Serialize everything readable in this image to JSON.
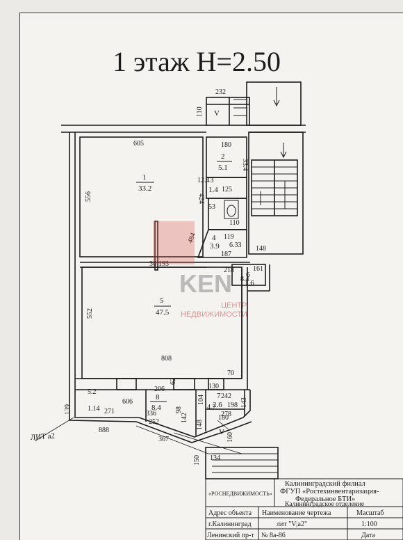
{
  "title": "1 этаж  Н=2.50",
  "rooms": [
    {
      "id": "room-1",
      "number": "1",
      "area": "33.2"
    },
    {
      "id": "room-2",
      "number": "2",
      "area": "5.1"
    },
    {
      "id": "room-3",
      "number": "3",
      "area": "1.4"
    },
    {
      "id": "room-4",
      "number": "4",
      "area": "3.9"
    },
    {
      "id": "room-5",
      "number": "5",
      "area": "47.5"
    },
    {
      "id": "room-6",
      "number": "6",
      "area": "1.6"
    },
    {
      "id": "room-7",
      "number": "7",
      "area": "2.6"
    },
    {
      "id": "room-8",
      "number": "8",
      "area": "8.4"
    }
  ],
  "dimensions": [
    "232",
    "110",
    "180",
    "605",
    "33.4",
    "556",
    "424",
    "125",
    "53",
    "110",
    "119",
    "193",
    "36",
    "218",
    "161",
    "148",
    "187",
    "552",
    "808",
    "70",
    "206",
    "62",
    "130",
    "242",
    "198",
    "143",
    "606",
    "336",
    "98",
    "104",
    "278",
    "252",
    "142",
    "148",
    "271",
    "1.14",
    "139",
    "888",
    "367",
    "134",
    "150",
    "160",
    "180",
    "484",
    "6.33",
    "5.2",
    "4.2",
    "8.4",
    "12.4"
  ],
  "labels": {
    "lit": "ЛИТ а2",
    "v_mark": "V",
    "v_mark2": "V"
  },
  "watermark": {
    "logo": "KEN",
    "line1": "ЦЕНТР",
    "line2": "НЕДВИЖИМОСТИ"
  },
  "stamp": {
    "org_logo": "«РОСНЕДВИЖИМОСТЬ»",
    "org_line1": "Калининградский филиал",
    "org_line2": "ФГУП «Ростехинвентаризация-",
    "org_line3": "Федеральное БТИ»",
    "org_line4": "Калининградское отделение",
    "col_address_label": "Адрес объекта",
    "col_name_label": "Наименование чертежа",
    "col_scale_label": "Масштаб",
    "city": "г.Калининград",
    "drawing_name": "лит \"V;а2\"",
    "scale": "1:100",
    "street": "Ленинский пр-т",
    "house": "№ 8а-86",
    "date_label": "Дата"
  },
  "colors": {
    "ink": "#1b1b1b",
    "paper": "#f4f3f0",
    "watermark_red": "#d9534f"
  }
}
